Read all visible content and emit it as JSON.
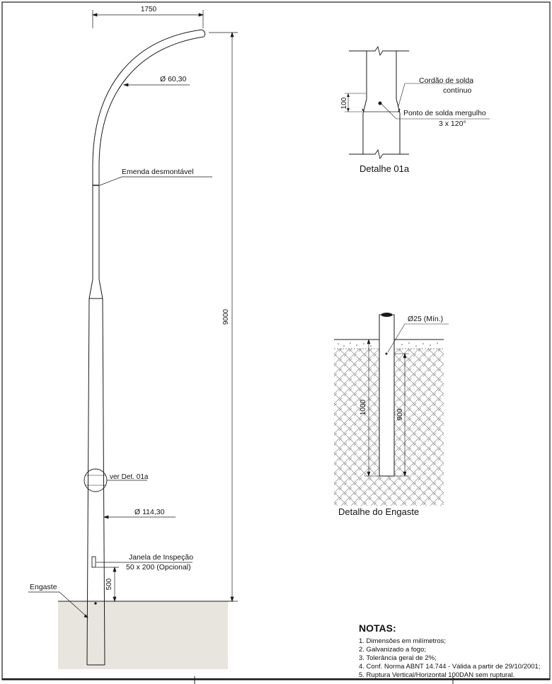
{
  "main_pole": {
    "dim_arm_reach": "1750",
    "dim_total_height": "9000",
    "dim_arm_diameter": "Ø 60,30",
    "label_splice": "Emenda desmontável",
    "ref_detail": "ver Det. 01a",
    "dim_shaft_diameter": "Ø 114,30",
    "label_window_line1": "Janela de Inspeção",
    "label_window_line2": "50 x 200  (Opcional)",
    "dim_window_height": "500",
    "label_embed": "Engaste"
  },
  "detail_01a": {
    "caption": "Detalhe 01a",
    "dim_sleeve": "100",
    "label_weld_line1": "Cordão de solda",
    "label_weld_line2": "contínuo",
    "label_spot_line1": "Ponto de solda mergulho",
    "label_spot_line2": "3 x 120°"
  },
  "detail_embed": {
    "caption": "Detalhe do Engaste",
    "label_hole": "Ø25 (Mín.)",
    "dim_depth_total": "1000",
    "dim_depth_hole": "900"
  },
  "notes": {
    "title": "NOTAS:",
    "items": [
      "1. Dimensões em milímetros;",
      "2. Galvanizado a fogo;",
      "3. Tolerância geral de 2%;",
      "4. Conf. Norma ABNT 14.744 - Válida a partir de 29/10/2001;",
      "5. Ruptura Vertical/Horizontal 100DAN sem ruptural."
    ]
  },
  "colors": {
    "line": "#1a1a1a",
    "ground_fill": "#e7e5dd"
  }
}
